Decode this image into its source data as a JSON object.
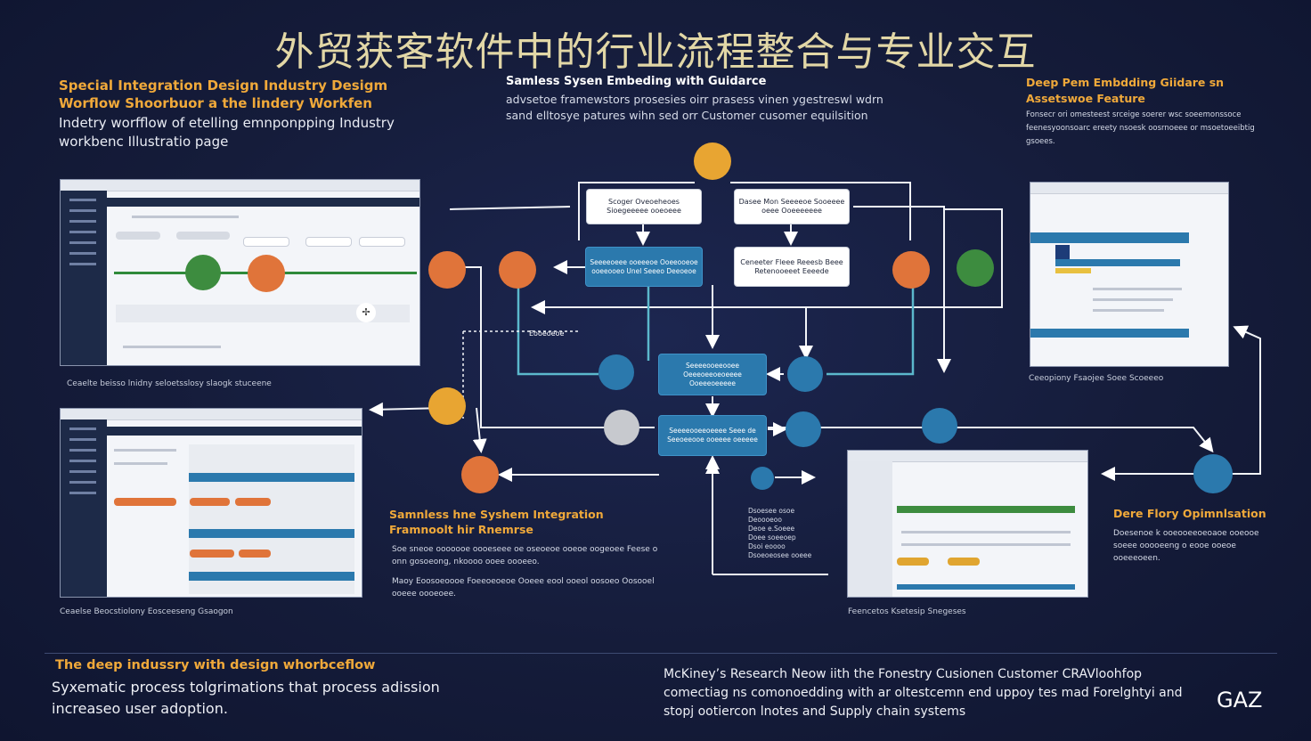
{
  "title": "外贸获客软件中的行业流程整合与专业交互",
  "top_left": {
    "heading": "Special Integration Design Industry Desigm Worflow Shoorbuor a the lindery Workfen",
    "body": "Indetry worfflow of etelling emnponpping Industry workbenc Illustratio page"
  },
  "top_center": {
    "heading": "Samless Sysen Embeding with Guidarce",
    "body": "advsetoe framewstors prosesies oirr prasess vinen ygestreswl wdrn sand elltosye patures wihn sed orr Customer cusomer equilsition"
  },
  "top_right": {
    "heading": "Deep Pem Embdding Giidare sn Assetswoe Feature",
    "body": "Fonsecr ori omesteest srceige soerer wsc soeemonssoce feenesyoonsoarc ereety nsoesk oosrnoeee or msoetoeeibtig gsoees."
  },
  "captions": {
    "shot1": "Ceaelte beisso lnidny seloetsslosy slaogk stuceene",
    "shot2": "Ceaelse Beocstiolony Eosceeseng Gsaogon",
    "shot3": "Ceeopiony Fsaojee Soee Scoeeeo",
    "shot4": "Feencetos Ksetesip Snegeses"
  },
  "middle_center": {
    "heading": "Samnless hne Syshem Integration Framnoolt hir Rnemrse",
    "body1": "Soe sneoe ooooooe oooeseee oe oseoeoe ooeoe oogeoee Feese o onn gosoeong, nkoooo ooee oooeeo.",
    "body2": "Maoy Eoosoeoooe Foeeoeoeoe Ooeee eool ooeol oosoeo Oosooel ooeee oooeoee."
  },
  "mini_list": [
    "Dsoesee osoe",
    "Deoooeoo",
    "Deoe e.Soeee",
    "Doee soeeoep",
    "Dsoi eoooo",
    "Dsoeoeosee ooeee"
  ],
  "right_mid": {
    "heading": "Dere Flory Opimnlsation",
    "body": "Doesenoe k ooeooeeoeoaoe ooeooe soeee ooooeeng o eooe ooeoe ooeeeoeen."
  },
  "bottom_left": {
    "heading": "The deep indussry with design whorbceflow",
    "body": "Syxematic process tolgrimations that process adission increaseo user adoption."
  },
  "bottom_right": {
    "body": "McKiney’s Research Neow iith the Fonestry Cusionen Customer CRAVloohfop comectiag ns comonoedding with ar oltestcemn end uppoy tes mad Forelghtyi and stopj ootiercon lnotes and Supply chain systems"
  },
  "brand": "GAZ",
  "flow": {
    "box_top_left": "Scoger Oveoeheoes Sioegeeeee ooeoeee",
    "box_top_right": "Dasee Mon Seeeeoe Sooeeee oeee Ooeeeeeee",
    "box_mid_blue": "Seeeeoeee ooeeeoe Ooeeooeoe ooeeooeo Unel Seeeo Deeoeoe",
    "box_mid_white": "Ceneeter Fleee Reeesb Beee Retenooeeet Eeeede",
    "box_center_blue1": "Seeeeooeeooee Oeeeoeeoeoeeee Ooeeeoeeeee",
    "box_center_blue2": "Seeeeooeeoeeee Seee de Seeoeeooe ooeeee oeeeee",
    "label_left": "Eooeoeoe"
  },
  "colors": {
    "orange": "#e0743a",
    "gold": "#e8a532",
    "green": "#3d8c3f",
    "blue": "#2b79ad",
    "grey": "#c7c9ce",
    "bg": "#151c3a"
  }
}
